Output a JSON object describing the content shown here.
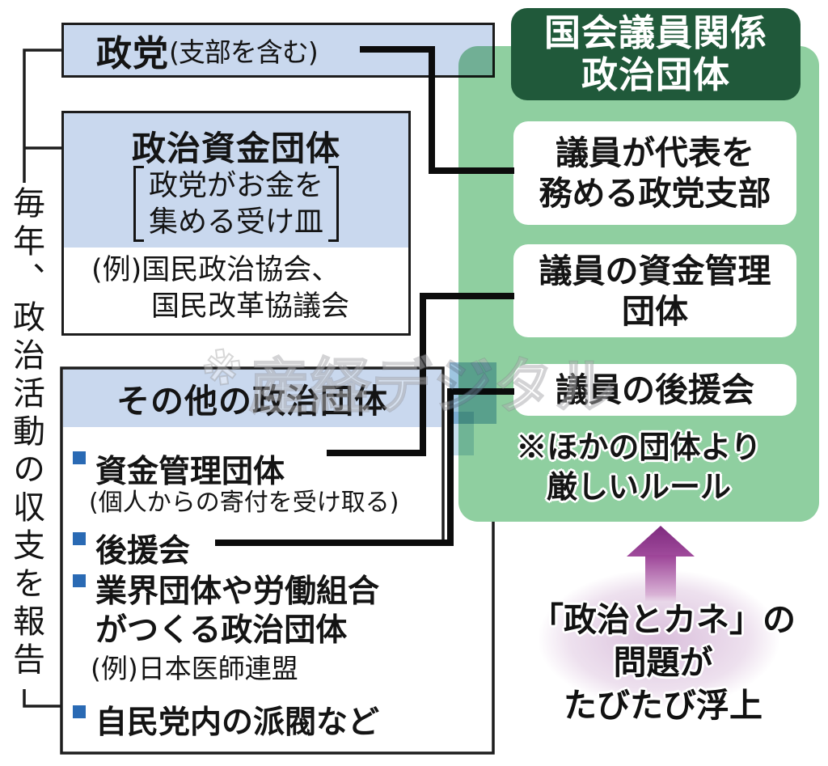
{
  "left_caption": "毎年、政治活動の収支を報告",
  "party_box": {
    "title": "政党",
    "subtitle": "(支部を含む)"
  },
  "fund_box": {
    "title": "政治資金団体",
    "bracket_line1": "政党がお金を",
    "bracket_line2": "集める受け皿",
    "example_line1": "(例)国民政治協会、",
    "example_line2": "国民改革協議会"
  },
  "other_box": {
    "header": "その他の政治団体",
    "items": [
      {
        "text": "資金管理団体"
      },
      {
        "note": "(個人からの寄付を受け取る)"
      },
      {
        "text": "後援会"
      },
      {
        "text_line1": "業界団体や労働組合",
        "text_line2": "がつくる政治団体"
      },
      {
        "note": "(例)日本医師連盟"
      },
      {
        "text": "自民党内の派閥など"
      }
    ]
  },
  "panel": {
    "header_line1": "国会議員関係",
    "header_line2": "政治団体",
    "boxes": [
      {
        "lines": [
          "議員が代表を",
          "務める政党支部"
        ]
      },
      {
        "lines": [
          "議員の資金管理",
          "団体"
        ]
      },
      {
        "lines": [
          "議員の後援会"
        ]
      }
    ],
    "note_line1": "※ほかの団体より",
    "note_line2": "厳しいルール"
  },
  "bottom_note": {
    "line1": "「政治とカネ」の",
    "line2": "問題が",
    "line3": "たびたび浮上"
  },
  "watermark": {
    "mark": "※",
    "text": "産経デジタル"
  },
  "colors": {
    "box_blue": "#c9d8ee",
    "panel_green": "#8fcfa0",
    "header_green": "#20593a",
    "bullet_blue": "#2a6ab4",
    "arrow_purple": "#7e2a7e",
    "line_black": "#141414"
  }
}
